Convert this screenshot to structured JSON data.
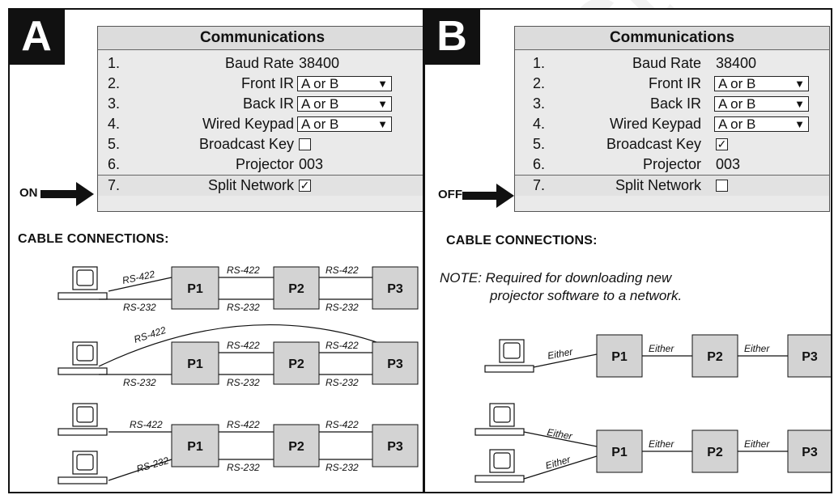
{
  "panels": {
    "A": {
      "badge": "A",
      "menu": {
        "title": "Communications",
        "rows": [
          {
            "num": "1.",
            "label": "Baud Rate",
            "value": "38400"
          },
          {
            "num": "2.",
            "label": "Front IR",
            "value": "A or B"
          },
          {
            "num": "3.",
            "label": "Back IR",
            "value": "A or B"
          },
          {
            "num": "4.",
            "label": "Wired Keypad",
            "value": "A or B"
          },
          {
            "num": "5.",
            "label": "Broadcast Key",
            "value": ""
          },
          {
            "num": "6.",
            "label": "Projector",
            "value": "003"
          },
          {
            "num": "7.",
            "label": "Split Network",
            "value": "✓"
          }
        ]
      },
      "pointer_label": "ON",
      "heading": "CABLE CONNECTIONS:",
      "projectors": [
        "P1",
        "P2",
        "P3"
      ],
      "cables": {
        "rs422": "RS-422",
        "rs232": "RS-232"
      }
    },
    "B": {
      "badge": "B",
      "menu": {
        "title": "Communications",
        "rows": [
          {
            "num": "1.",
            "label": "Baud Rate",
            "value": "38400"
          },
          {
            "num": "2.",
            "label": "Front IR",
            "value": "A or B"
          },
          {
            "num": "3.",
            "label": "Back IR",
            "value": "A or B"
          },
          {
            "num": "4.",
            "label": "Wired Keypad",
            "value": "A or B"
          },
          {
            "num": "5.",
            "label": "Broadcast Key",
            "value": "✓"
          },
          {
            "num": "6.",
            "label": "Projector",
            "value": "003"
          },
          {
            "num": "7.",
            "label": "Split Network",
            "value": ""
          }
        ]
      },
      "pointer_label": "OFF",
      "heading": "CABLE CONNECTIONS:",
      "note_line1": "NOTE: Required for downloading new",
      "note_line2": "projector software to a network.",
      "projectors": [
        "P1",
        "P2",
        "P3"
      ],
      "cables": {
        "either": "Either"
      }
    }
  },
  "dropdown_arrow": "▼",
  "watermark": "Projector"
}
